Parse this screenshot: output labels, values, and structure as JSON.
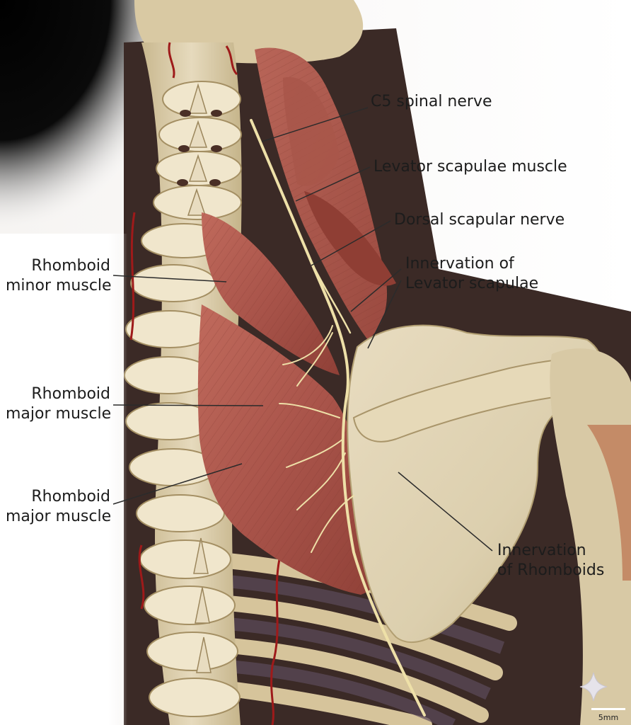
{
  "labels": {
    "c5_spinal_nerve": "C5 spinal nerve",
    "levator_scapulae_muscle": "Levator scapulae muscle",
    "dorsal_scapular_nerve": "Dorsal scapular nerve",
    "innervation_levator": {
      "line1": "Innervation of",
      "line2": "Levator scapulae"
    },
    "rhomboid_minor": {
      "line1": "Rhomboid",
      "line2": "minor muscle"
    },
    "rhomboid_major_1": {
      "line1": "Rhomboid",
      "line2": "major muscle"
    },
    "rhomboid_major_2": {
      "line1": "Rhomboid",
      "line2": "major muscle"
    },
    "innervation_rhomboids": {
      "line1": "Innervation",
      "line2": "of Rhomboids"
    }
  },
  "scale_bar": {
    "label": "5mm"
  },
  "colors": {
    "muscle": "#b05a4e",
    "muscle_dark": "#8a3c33",
    "bone": "#e3d7b9",
    "nerve": "#eee0a8",
    "vessel": "#9e1a1a",
    "leader_line": "#2b2b2b",
    "label_text": "#1c1c1c"
  },
  "icons": {
    "corner_mark": "four-point-star-icon"
  }
}
